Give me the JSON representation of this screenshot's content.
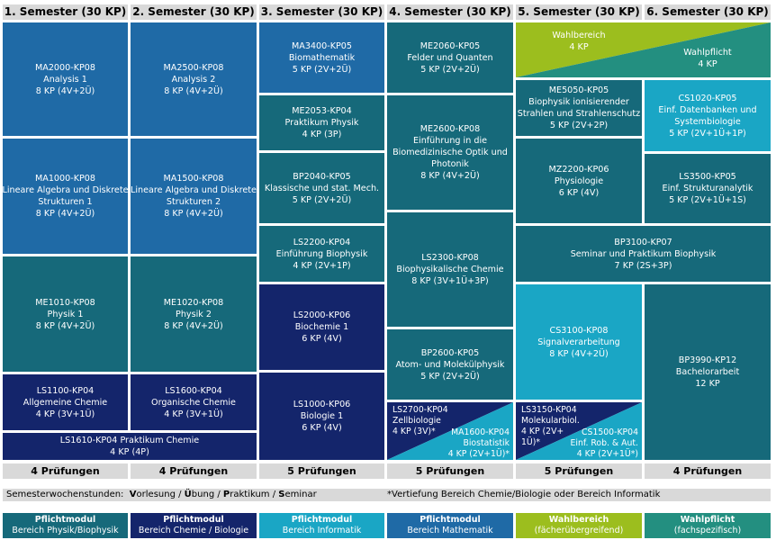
{
  "colors": {
    "physik": "#16697a",
    "chemie": "#14256b",
    "mathematik": "#1f6aa6",
    "informatik": "#1aa6c5",
    "wahlbereich": "#9cbe1e",
    "wahlpflicht": "#238f80",
    "header_bg": "#d9d9d9"
  },
  "semesters": [
    {
      "label": "1. Semester (30 KP)",
      "pruefungen": "4 Prüfungen"
    },
    {
      "label": "2. Semester (30 KP)",
      "pruefungen": "4 Prüfungen"
    },
    {
      "label": "3. Semester (30 KP)",
      "pruefungen": "5 Prüfungen"
    },
    {
      "label": "4. Semester (30 KP)",
      "pruefungen": "5 Prüfungen"
    },
    {
      "label": "5. Semester (30 KP)",
      "pruefungen": "5 Prüfungen"
    },
    {
      "label": "6. Semester (30 KP)",
      "pruefungen": "4 Prüfungen"
    }
  ],
  "modules": {
    "ma2000": {
      "code": "MA2000-KP08",
      "name": "Analysis 1",
      "kp": "8 KP (4V+2Ü)"
    },
    "ma1000": {
      "code": "MA1000-KP08",
      "name1": "Lineare Algebra und Diskrete",
      "name2": "Strukturen 1",
      "kp": "8 KP (4V+2Ü)"
    },
    "me1010": {
      "code": "ME1010-KP08",
      "name": "Physik 1",
      "kp": "8 KP (4V+2Ü)"
    },
    "ls1100": {
      "code": "LS1100-KP04",
      "name": "Allgemeine Chemie",
      "kp": "4 KP (3V+1Ü)"
    },
    "ls1610": {
      "line1": "LS1610-KP04 Praktikum Chemie",
      "kp": "4 KP (4P)"
    },
    "ma2500": {
      "code": "MA2500-KP08",
      "name": "Analysis 2",
      "kp": "8 KP (4V+2Ü)"
    },
    "ma1500": {
      "code": "MA1500-KP08",
      "name1": "Lineare Algebra und Diskrete",
      "name2": "Strukturen 2",
      "kp": "8 KP (4V+2Ü)"
    },
    "me1020": {
      "code": "ME1020-KP08",
      "name": "Physik 2",
      "kp": "8 KP (4V+2Ü)"
    },
    "ls1600": {
      "code": "LS1600-KP04",
      "name": "Organische Chemie",
      "kp": "4 KP (3V+1Ü)"
    },
    "ma3400": {
      "code": "MA3400-KP05",
      "name": "Biomathematik",
      "kp": "5 KP (2V+2Ü)"
    },
    "me2053": {
      "code": "ME2053-KP04",
      "name": "Praktikum Physik",
      "kp": "4 KP (3P)"
    },
    "bp2040": {
      "code": "BP2040-KP05",
      "name": "Klassische und stat. Mech.",
      "kp": "5 KP (2V+2Ü)"
    },
    "ls2200": {
      "code": "LS2200-KP04",
      "name": "Einführung Biophysik",
      "kp": "4 KP (2V+1P)"
    },
    "ls2000": {
      "code": "LS2000-KP06",
      "name": "Biochemie 1",
      "kp": "6 KP (4V)"
    },
    "ls1000": {
      "code": "LS1000-KP06",
      "name": "Biologie 1",
      "kp": "6 KP (4V)"
    },
    "me2060": {
      "code": "ME2060-KP05",
      "name": "Felder und Quanten",
      "kp": "5 KP (2V+2Ü)"
    },
    "me2600": {
      "code": "ME2600-KP08",
      "name1": "Einführung in die",
      "name2": "Biomedizinische Optik und",
      "name3": "Photonik",
      "kp": "8 KP (4V+2Ü)"
    },
    "ls2300": {
      "code": "LS2300-KP08",
      "name": "Biophysikalische Chemie",
      "kp": "8 KP (3V+1Ü+3P)"
    },
    "bp2600": {
      "code": "BP2600-KP05",
      "name": "Atom- und Molekülphysik",
      "kp": "5 KP (2V+2Ü)"
    },
    "ls2700": {
      "code": "LS2700-KP04",
      "name": "Zellbiologie",
      "kp": "4 KP (3V)*"
    },
    "ma1600": {
      "code": "MA1600-KP04",
      "name": "Biostatistik",
      "kp": "4 KP (2V+1Ü)*"
    },
    "wahlbereich": {
      "name": "Wahlbereich",
      "kp": "4 KP"
    },
    "wahlpflicht": {
      "name": "Wahlpflicht",
      "kp": "4 KP"
    },
    "me5050": {
      "code": "ME5050-KP05",
      "name1": "Biophysik ionisierender",
      "name2": "Strahlen und Strahlenschutz",
      "kp": "5 KP (2V+2P)"
    },
    "mz2200": {
      "code": "MZ2200-KP06",
      "name": "Physiologie",
      "kp": "6 KP (4V)"
    },
    "cs3100": {
      "code": "CS3100-KP08",
      "name": "Signalverarbeitung",
      "kp": "8 KP (4V+2Ü)"
    },
    "ls3150": {
      "code": "LS3150-KP04",
      "name": "Molekularbiol.",
      "kp1": "4 KP (2V+",
      "kp2": "1Ü)*"
    },
    "cs1500": {
      "code": "CS1500-KP04",
      "name": "Einf. Rob. & Aut.",
      "kp": "4 KP (2V+1Ü*)"
    },
    "cs1020": {
      "code": "CS1020-KP05",
      "name1": "Einf. Datenbanken und",
      "name2": "Systembiologie",
      "kp": "5 KP (2V+1Ü+1P)"
    },
    "ls3500": {
      "code": "LS3500-KP05",
      "name": "Einf. Strukturanalytik",
      "kp": "5 KP (2V+1Ü+1S)"
    },
    "bp3100": {
      "code": "BP3100-KP07",
      "name": "Seminar und Praktikum Biophysik",
      "kp": "7 KP (2S+3P)"
    },
    "bp3990": {
      "code": "BP3990-KP12",
      "name": "Bachelorarbeit",
      "kp": "12 KP"
    }
  },
  "notes": {
    "sws_label": "Semesterwochenstunden:",
    "sws_parts": [
      "V",
      "orlesung / ",
      "Ü",
      "bung / ",
      "P",
      "raktikum / ",
      "S",
      "eminar"
    ],
    "vertiefung": "*Vertiefung Bereich Chemie/Biologie oder Bereich Informatik"
  },
  "legend": [
    {
      "title": "Pflichtmodul",
      "sub": "Bereich Physik/Biophysik"
    },
    {
      "title": "Pflichtmodul",
      "sub": "Bereich Chemie / Biologie"
    },
    {
      "title": "Pflichtmodul",
      "sub": "Bereich Informatik"
    },
    {
      "title": "Pflichtmodul",
      "sub": "Bereich Mathematik"
    },
    {
      "title": "Wahlbereich",
      "sub": "(fächerübergreifend)"
    },
    {
      "title": "Wahlpflicht",
      "sub": "(fachspezifisch)"
    }
  ]
}
